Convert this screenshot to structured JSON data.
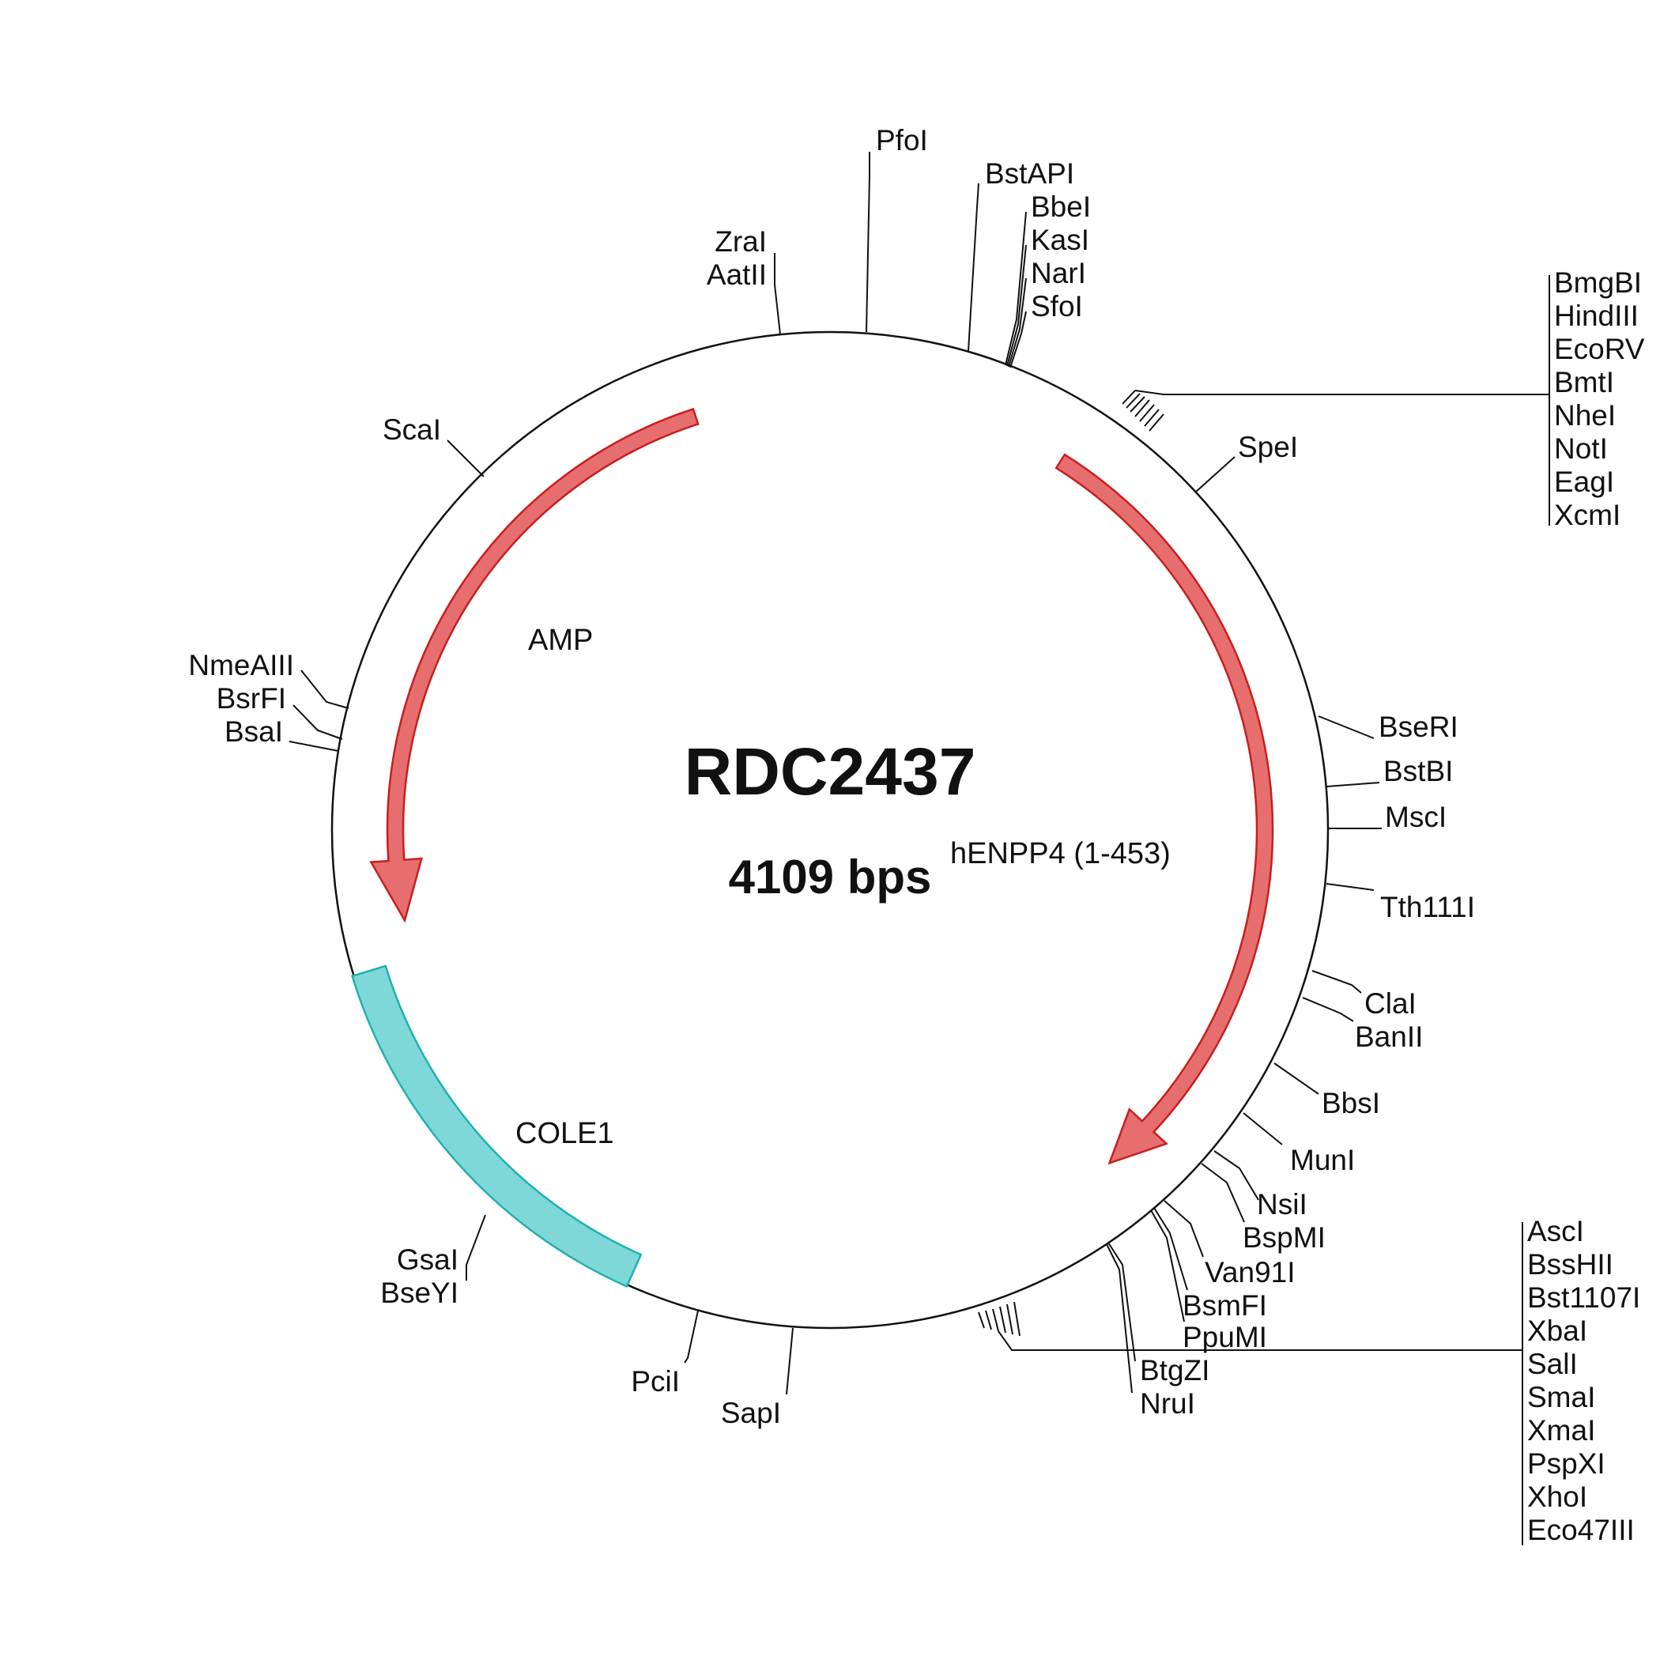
{
  "plasmid": {
    "name": "RDC2437",
    "size_label": "4109 bps"
  },
  "features": [
    {
      "id": "amp",
      "label": "AMP",
      "color": "#e66e6e",
      "stroke": "#c81e1e"
    },
    {
      "id": "henpp4",
      "label": "hENPP4 (1-453)",
      "color": "#e66e6e",
      "stroke": "#c81e1e"
    },
    {
      "id": "cole1",
      "label": "COLE1",
      "color": "#7fd8d8",
      "stroke": "#20b0b0"
    }
  ],
  "sites": {
    "pfoi": "PfoI",
    "zrai": "ZraI",
    "aatii": "AatII",
    "bstapi": "BstAPI",
    "bbei": "BbeI",
    "kasi": "KasI",
    "nari": "NarI",
    "sfoi": "SfoI",
    "scai": "ScaI",
    "spei": "SpeI",
    "nmeaiii": "NmeAIII",
    "bsrfi": "BsrFI",
    "bsai": "BsaI",
    "bseri": "BseRI",
    "bstbi": "BstBI",
    "msci": "MscI",
    "tth111i": "Tth111I",
    "clai": "ClaI",
    "banii": "BanII",
    "bbsi": "BbsI",
    "muni": "MunI",
    "nsii": "NsiI",
    "bspmi": "BspMI",
    "van91i": "Van91I",
    "bsmfi": "BsmFI",
    "ppumi": "PpuMI",
    "btgzi": "BtgZI",
    "nrui": "NruI",
    "gsai": "GsaI",
    "bseyi": "BseYI",
    "pcii": "PciI",
    "sapi": "SapI"
  },
  "cluster_top_right": [
    "BmgBI",
    "HindIII",
    "EcoRV",
    "BmtI",
    "NheI",
    "NotI",
    "EagI",
    "XcmI"
  ],
  "cluster_bottom_right": [
    "AscI",
    "BssHII",
    "Bst1107I",
    "XbaI",
    "SalI",
    "SmaI",
    "XmaI",
    "PspXI",
    "XhoI",
    "Eco47III"
  ]
}
